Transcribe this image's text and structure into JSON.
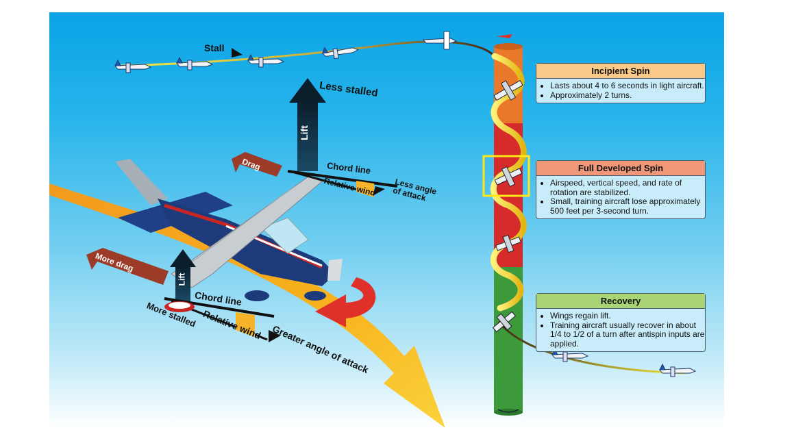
{
  "labels": {
    "stall": "Stall",
    "less_stalled": "Less stalled",
    "lift_top": "Lift",
    "drag": "Drag",
    "chord_line_top": "Chord line",
    "relative_wind_top": "Relative wind",
    "less_angle_of_attack": "Less angle of attack",
    "more_drag": "More drag",
    "lift_bottom": "Lift",
    "chord_line_bottom": "Chord line",
    "more_stalled": "More stalled",
    "relative_wind_bottom": "Relative wind",
    "greater_angle_of_attack": "Greater angle of attack"
  },
  "boxes": {
    "incipient": {
      "title": "Incipient Spin",
      "items": [
        "Lasts about 4 to 6 seconds in light aircraft.",
        "Approximately 2 turns."
      ],
      "header_color": "#fbc987"
    },
    "developed": {
      "title": "Full Developed Spin",
      "items": [
        "Airspeed, vertical speed, and rate of rotation are stabilized.",
        "Small, training aircraft lose approximately 500 feet per 3-second turn."
      ],
      "header_color": "#f09778"
    },
    "recovery": {
      "title": "Recovery",
      "items": [
        "Wings regain lift.",
        "Training aircraft usually recover in about 1/4 to 1/2 of a turn after antispin inputs are applied."
      ],
      "header_color": "#a9d475"
    }
  },
  "colors": {
    "sky_top": "#0aa3e6",
    "column_orange": "#e9782a",
    "column_red": "#d52b2a",
    "column_green": "#3c9a3a",
    "highlight_box": "#ffe81a"
  }
}
